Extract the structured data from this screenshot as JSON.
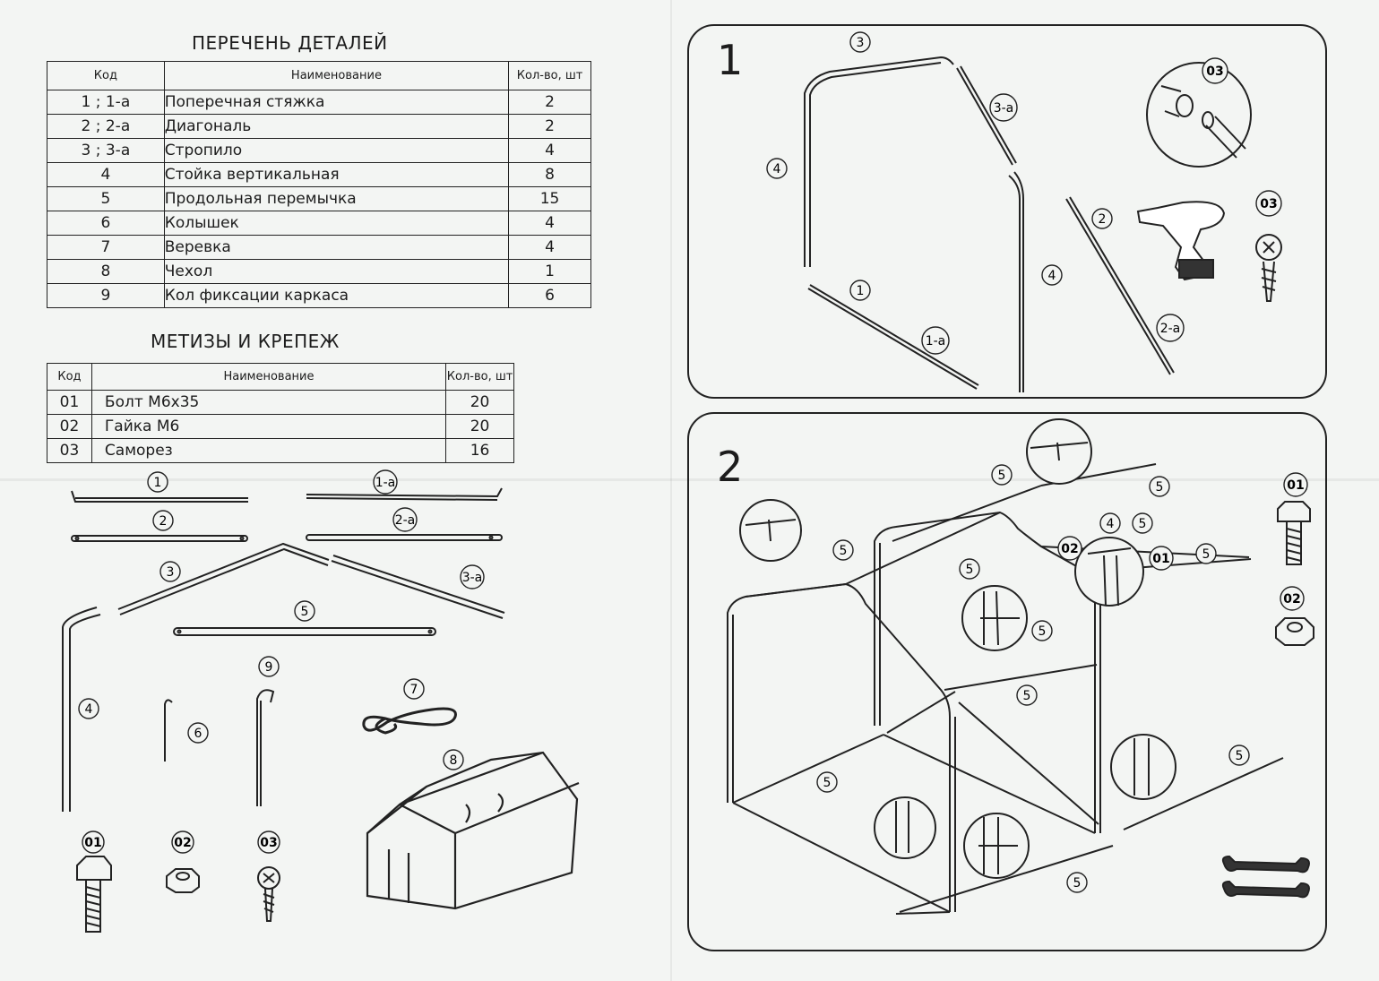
{
  "parts_list": {
    "title": "ПЕРЕЧЕНЬ ДЕТАЛЕЙ",
    "headers": {
      "code": "Код",
      "name": "Наименование",
      "qty": "Кол-во, шт"
    },
    "rows": [
      {
        "code": "1 ; 1-а",
        "name": "Поперечная стяжка",
        "qty": "2"
      },
      {
        "code": "2 ; 2-а",
        "name": "Диагональ",
        "qty": "2"
      },
      {
        "code": "3 ; 3-а",
        "name": "Стропило",
        "qty": "4"
      },
      {
        "code": "4",
        "name": "Стойка вертикальная",
        "qty": "8"
      },
      {
        "code": "5",
        "name": "Продольная перемычка",
        "qty": "15"
      },
      {
        "code": "6",
        "name": "Колышек",
        "qty": "4"
      },
      {
        "code": "7",
        "name": "Веревка",
        "qty": "4"
      },
      {
        "code": "8",
        "name": "Чехол",
        "qty": "1"
      },
      {
        "code": "9",
        "name": "Кол фиксации каркаса",
        "qty": "6"
      }
    ]
  },
  "fasteners": {
    "title": "МЕТИЗЫ И КРЕПЕЖ",
    "headers": {
      "code": "Код",
      "name": "Наименование",
      "qty": "Кол-во, шт"
    },
    "rows": [
      {
        "code": "01",
        "name": "Болт М6х35",
        "qty": "20"
      },
      {
        "code": "02",
        "name": "Гайка   М6",
        "qty": "20"
      },
      {
        "code": "03",
        "name": "Саморез",
        "qty": "16"
      }
    ]
  },
  "parts_diagram": {
    "labels": {
      "p1": "1",
      "p1a": "1-а",
      "p2": "2",
      "p2a": "2-а",
      "p3": "3",
      "p3a": "3-а",
      "p4": "4",
      "p5": "5",
      "p6": "6",
      "p7": "7",
      "p8": "8",
      "p9": "9",
      "f01": "01",
      "f02": "02",
      "f03": "03"
    },
    "icons": [
      "tube-icon",
      "peg-icon",
      "rope-icon",
      "cover-icon",
      "bolt-icon",
      "nut-icon",
      "screw-icon"
    ]
  },
  "step1": {
    "number": "1",
    "labels": {
      "p3": "3",
      "p3a": "3-а",
      "p4": "4",
      "p4b": "4",
      "p1": "1",
      "p1a": "1-а",
      "p2": "2",
      "p2a": "2-а",
      "f03a": "03",
      "f03b": "03"
    },
    "icons": [
      "drill-icon",
      "screw-icon",
      "magnifier-icon"
    ]
  },
  "step2": {
    "number": "2",
    "labels": {
      "p5": "5",
      "p4": "4",
      "f01": "01",
      "f02": "02",
      "f01b": "01",
      "f02b": "02"
    },
    "icons": [
      "bolt-icon",
      "nut-icon",
      "wrench-icon",
      "magnifier-icon"
    ]
  }
}
